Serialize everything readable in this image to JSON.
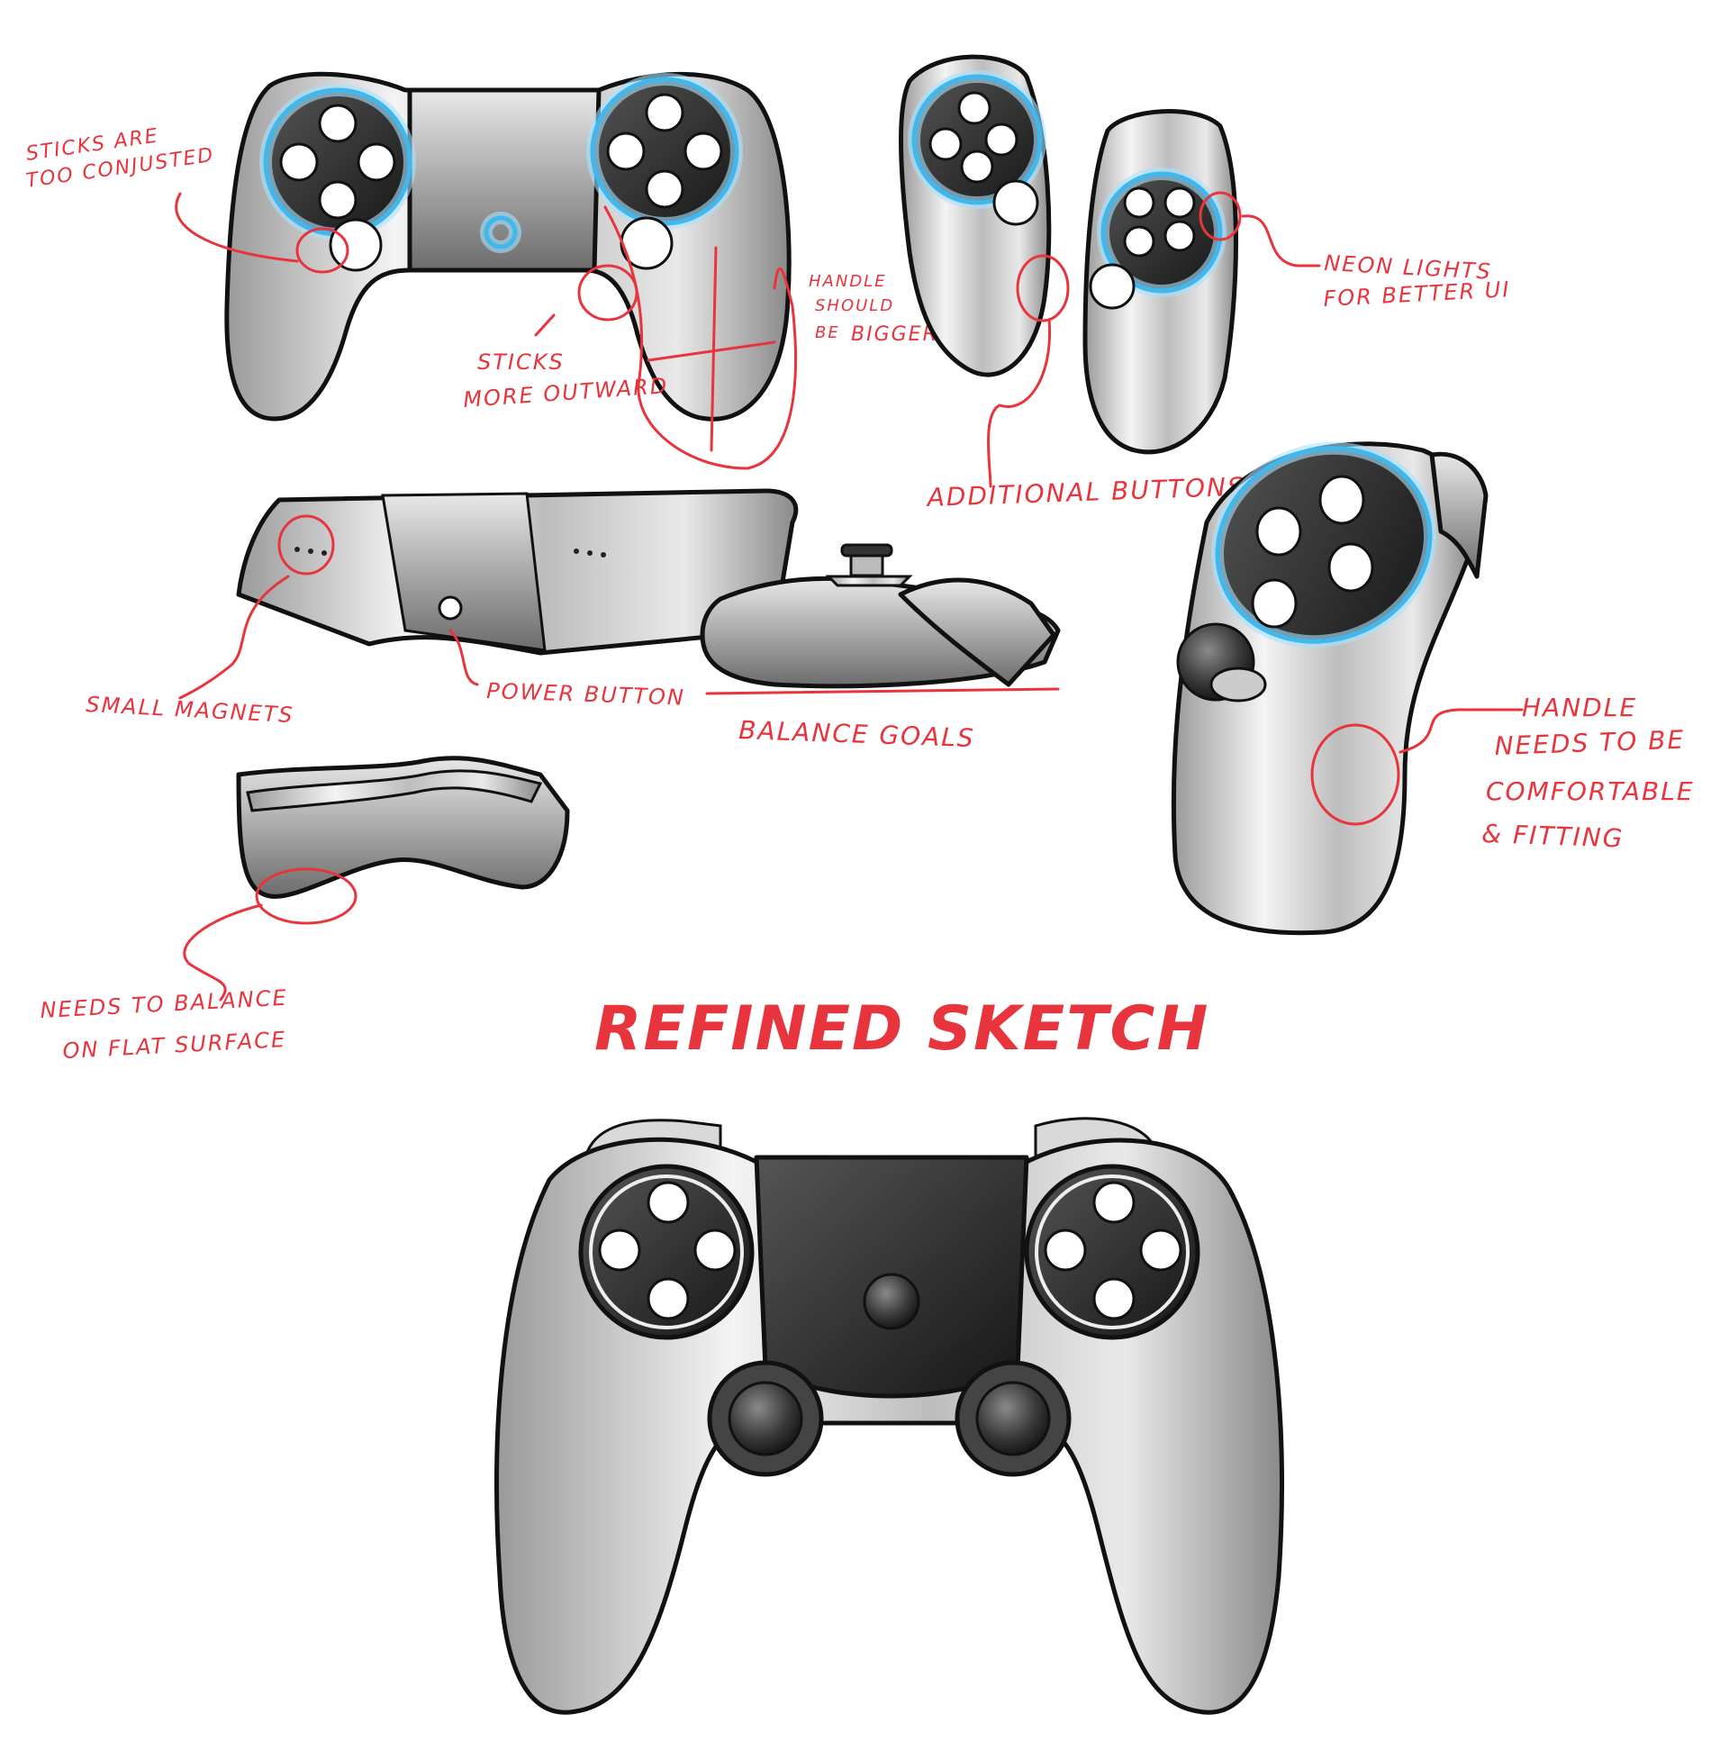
{
  "notes": {
    "sticks_conjusted_1": "STICKS ARE",
    "sticks_conjusted_2": "TOO CONJUSTED",
    "handle_bigger_1": "HANDLE",
    "handle_bigger_2": "SHOULD",
    "handle_bigger_3": "BE",
    "handle_bigger_4": "BIGGER!",
    "sticks_outward_1": "STICKS",
    "sticks_outward_2": "MORE OUTWARD",
    "neon_lights_1": "NEON LIGHTS",
    "neon_lights_2": "FOR BETTER UI",
    "additional_buttons": "ADDITIONAL BUTTONS",
    "small_magnets": "SMALL MAGNETS",
    "power_button": "POWER BUTTON",
    "balance_goals": "BALANCE GOALS",
    "handle_comfort_1": "HANDLE",
    "handle_comfort_2": "NEEDS TO BE",
    "handle_comfort_3": "COMFORTABLE",
    "handle_comfort_4": "& FITTING",
    "flat_surface_1": "NEEDS TO BALANCE",
    "flat_surface_2": "ON FLAT SURFACE"
  },
  "heading": "REFINED SKETCH",
  "colors": {
    "annotation": "#e8343c",
    "neon": "#3fb8f0",
    "outline": "#111111"
  }
}
